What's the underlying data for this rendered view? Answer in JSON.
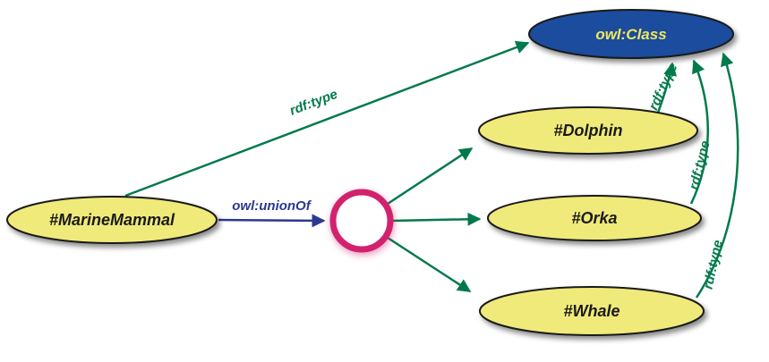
{
  "diagram": {
    "nodes": {
      "owl_class": {
        "label": "owl:Class"
      },
      "marine_mammal": {
        "label": "#MarineMammal"
      },
      "dolphin": {
        "label": "#Dolphin"
      },
      "orka": {
        "label": "#Orka"
      },
      "whale": {
        "label": "#Whale"
      },
      "union_node": {
        "label": ""
      }
    },
    "edges": {
      "marine_mammal_type": {
        "label": "rdf:type"
      },
      "union_of": {
        "label": "owl:unionOf"
      },
      "dolphin_type": {
        "label": "rdf:type"
      },
      "orka_type": {
        "label": "rdf:type"
      },
      "whale_type": {
        "label": "rdf:type"
      }
    },
    "colors": {
      "class_fill": "#1b4c9d",
      "class_text": "#f0e75f",
      "node_fill": "#f0ea7a",
      "node_text": "#1a1a1a",
      "green": "#007a4a",
      "blue": "#2b3990",
      "pink": "#d2226e",
      "outline": "#1a1a1a"
    }
  }
}
